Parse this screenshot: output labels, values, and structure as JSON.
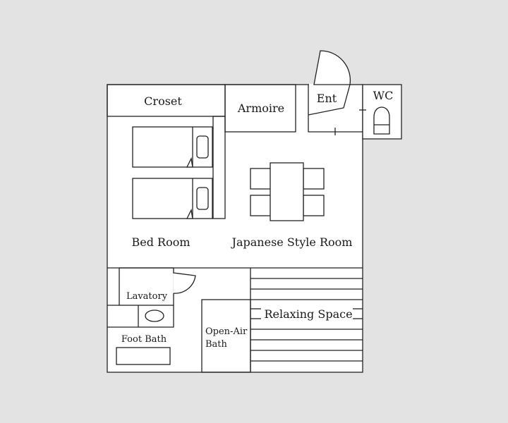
{
  "colors": {
    "background": "#e3e3e3",
    "floor": "#ffffff",
    "line": "#222222",
    "text": "#1a1a1a"
  },
  "rooms": {
    "closet": "Croset",
    "armoire": "Armoire",
    "entrance": "Ent",
    "wc": "WC",
    "bedroom": "Bed Room",
    "japanese_room": "Japanese Style Room",
    "lavatory": "Lavatory",
    "foot_bath": "Foot Bath",
    "open_air_bath_line1": "Open-Air",
    "open_air_bath_line2": "Bath",
    "relaxing_space": "Relaxing Space"
  },
  "icons": {
    "bed": "bed-icon",
    "pillow": "pillow-icon",
    "table": "low-table-icon",
    "cushion": "floor-cushion-icon",
    "toilet": "toilet-icon",
    "sink": "sink-icon",
    "door": "door-swing-icon"
  }
}
